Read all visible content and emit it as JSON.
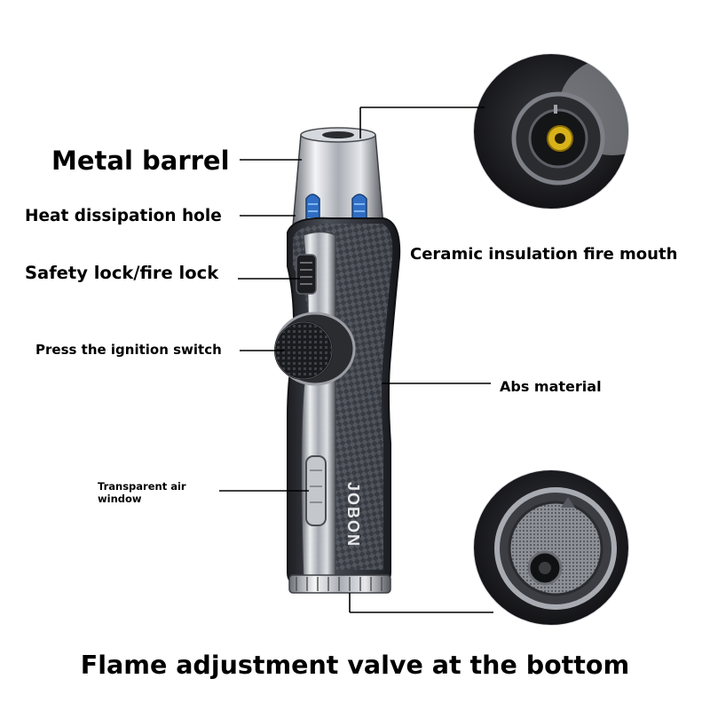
{
  "labels": {
    "metal_barrel": "Metal barrel",
    "heat_hole": "Heat dissipation hole",
    "safety_lock": "Safety lock/fire lock",
    "ignition": "Press the ignition switch",
    "air_window": "Transparent air window",
    "ceramic": "Ceramic insulation fire mouth",
    "abs": "Abs material",
    "bottom_valve": "Flame adjustment valve at the bottom"
  },
  "brand": "JOBON",
  "colors": {
    "chrome": "#c9ccd2",
    "carbon": "#3a3d44",
    "accent_blue": "#3a7fd6",
    "text": "#000000"
  }
}
